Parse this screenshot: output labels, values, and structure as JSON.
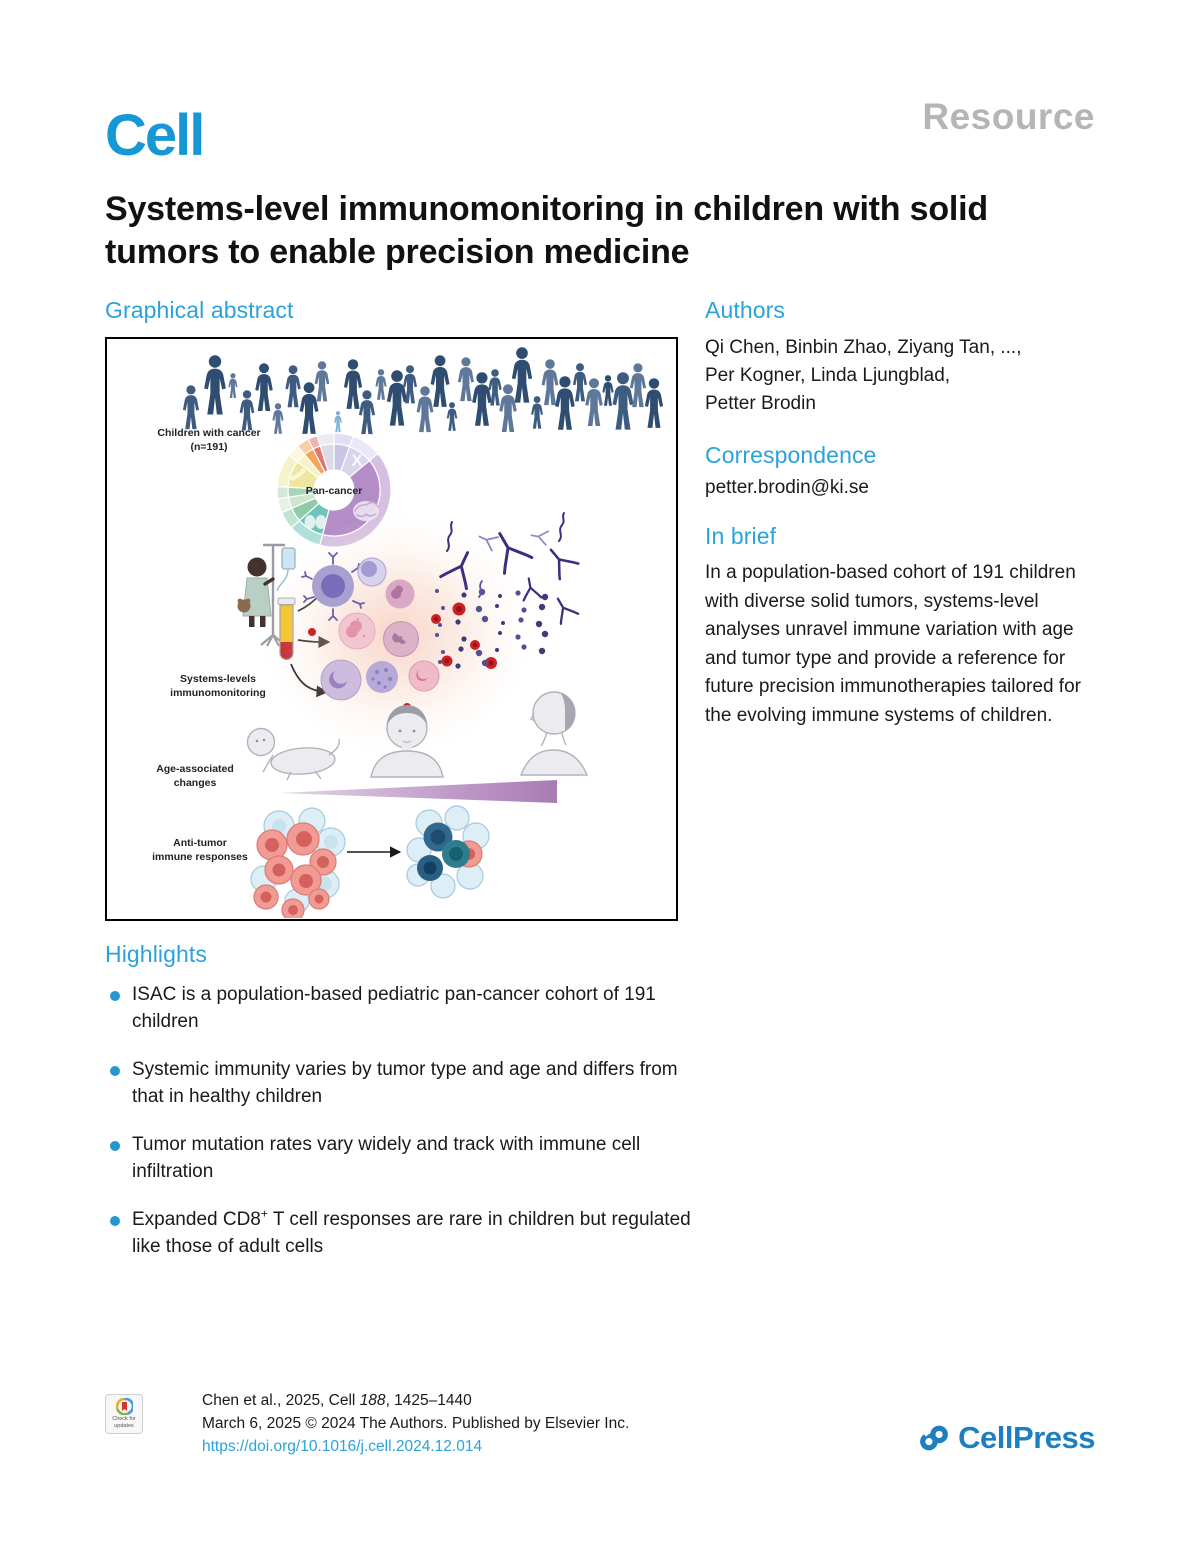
{
  "journal": {
    "logo": "Cell",
    "article_type": "Resource"
  },
  "title": "Systems-level immunomonitoring in children with solid tumors to enable precision medicine",
  "graphical_abstract": {
    "heading": "Graphical abstract",
    "labels": {
      "cohort_line1": "Children with cancer",
      "cohort_line2": "(n=191)",
      "pie_center": "Pan-cancer",
      "pie_x_icon": "X",
      "monitoring_line1": "Systems-levels",
      "monitoring_line2": "immunomonitoring",
      "age_line1": "Age-associated",
      "age_line2": "changes",
      "antitumor_line1": "Anti-tumor",
      "antitumor_line2": "immune responses"
    }
  },
  "authors": {
    "heading": "Authors",
    "lines": [
      "Qi Chen, Binbin Zhao, Ziyang Tan, ...,",
      "Per Kogner, Linda Ljungblad,",
      "Petter Brodin"
    ]
  },
  "correspondence": {
    "heading": "Correspondence",
    "email": "petter.brodin@ki.se"
  },
  "in_brief": {
    "heading": "In brief",
    "text": "In a population-based cohort of 191 children with diverse solid tumors, systems-level analyses unravel immune variation with age and tumor type and provide a reference for future precision immunotherapies tailored for the evolving immune systems of children."
  },
  "highlights": {
    "heading": "Highlights",
    "items": [
      {
        "pre": "ISAC is a population-based pediatric pan-cancer cohort of 191 children",
        "sup": "",
        "post": ""
      },
      {
        "pre": "Systemic immunity varies by tumor type and age and differs from that in healthy children",
        "sup": "",
        "post": ""
      },
      {
        "pre": "Tumor mutation rates vary widely and track with immune cell infiltration",
        "sup": "",
        "post": ""
      },
      {
        "pre": "Expanded CD8",
        "sup": "+",
        "post": " T cell responses are rare in children but regulated like those of adult cells"
      }
    ]
  },
  "footer": {
    "badge_line1": "Check for",
    "badge_line2": "updates",
    "citation_pre": "Chen et al., 2025, Cell ",
    "citation_vol": "188",
    "citation_post": ", 1425–1440",
    "date_line": "March 6, 2025 © 2024 The Authors. Published by Elsevier Inc.",
    "doi": "https://doi.org/10.1016/j.cell.2024.12.014",
    "publisher": "CellPress"
  },
  "colors": {
    "accent_blue": "#2aa2da",
    "cell_logo_blue": "#1798d5",
    "cellpress_blue": "#1d7fc1",
    "resource_gray": "#b5b5b5"
  }
}
